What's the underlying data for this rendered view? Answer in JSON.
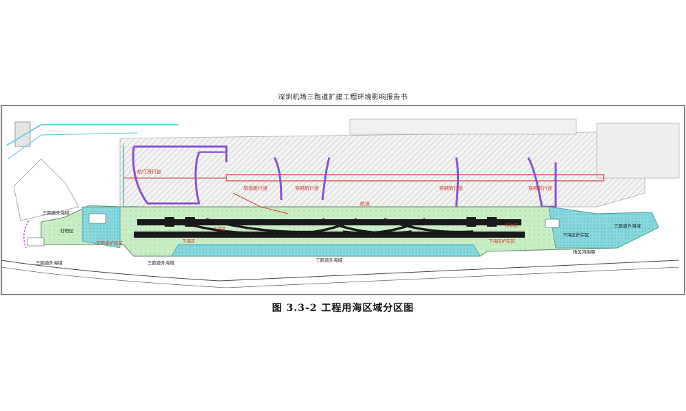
{
  "header": {
    "text": "深圳机场三跑道扩建工程环境影响报告书"
  },
  "caption": {
    "text": "图 3.3-2  工程用海区域分区图"
  },
  "labels": {
    "runway_mid": "穿越航行道",
    "runway_right": "穿越航行道",
    "runway_far": "穿越航行道",
    "runway_left": "航行滑行道",
    "runway_center": "航道跑行道",
    "zone_left_top": "三跑道外海域",
    "zone_left_mid": "打桩区",
    "zone_left_low": "下跑道护岸区",
    "zone_left_bottom": "三跑道外海域",
    "zone_mid_a": "下海区",
    "zone_mid_b": "下海区",
    "zone_mid_c": "下海区护岸区",
    "zone_bottom_a": "三跑道外海域",
    "zone_bottom_b": "三跑道外海域",
    "zone_right_a": "排洪区",
    "zone_right_b": "下海区护岸区",
    "zone_right_c": "三跑道外海域",
    "zone_right_d": "场区内围堰",
    "channel_label": "航道"
  },
  "colors": {
    "fill_zone": "#c9eec6",
    "cyan_zone": "#7fd6dd",
    "dark_structure": "#1a1a1a",
    "runway_red": "#e05656",
    "purple_line": "#8a4fd8",
    "hatch": "#c8c8c8",
    "text_red": "#d23a2a"
  }
}
